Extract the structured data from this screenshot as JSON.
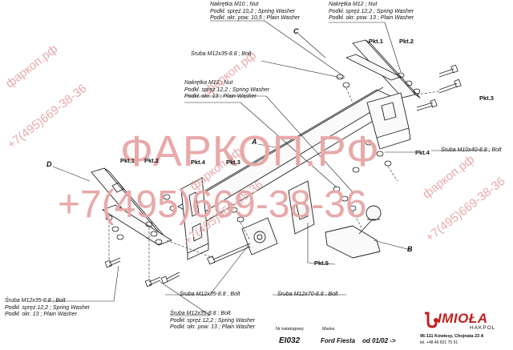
{
  "labels": {
    "nut_m10": [
      "Nakrętka  M10 ; Nut",
      "Podkł. spręż.10,2 ; Spring Washer",
      "Podkł. okr. pow. 10,5 ; Plain Washer"
    ],
    "nut_m12_top": [
      "Nakrętka  M12 ; Nut",
      "Podkł. spręż.12,2 ; Spring Washer",
      "Podkł. okr. pow. 13 ; Plain Washer"
    ],
    "nut_m12_mid": [
      "Nakrętka  M12 ; Nut",
      "Podkł. spręż.12,2 ; Spring Washer",
      "Podkł. okr. 13 ; Plain Washer"
    ],
    "bolt_m12x35_top": "Śruba M12x35-8.8 ;  Bolt",
    "bolt_m10x40": "Śruba M10x40-8.8 ;  Bolt",
    "bolt_left": [
      "Śruba M12x35-8.8 ;  Bolt",
      "Podkł. spręż.12,2 ; Spring Washer",
      "Podkł. okr. 13 ; Plain Washer"
    ],
    "bolt_m12x35_mid": "Śruba M12x35-8.8 ;  Bolt",
    "bolt_m12x70": "Śruba M12x70-8.8 ;  Bolt",
    "bolt_bottom": [
      "Śruba M12x35-8.8 ;  Bolt",
      "Podkł. spręż.12,2 ; Spring Washer",
      "Podkł. okr. pow. 13 ; Plain Washer"
    ]
  },
  "part_letters": {
    "a": "A",
    "b": "B",
    "c": "C",
    "d": "D"
  },
  "pkt": {
    "p1": "Pkt.1",
    "p2": "Pkt.2",
    "p3": "Pkt.3",
    "p4": "Pkt.4",
    "p5": "Pkt.5"
  },
  "watermark": {
    "main_text": "ФАРКОП.РФ",
    "phone": "+7(495)669-38-36",
    "site": "фаркоп.рф",
    "color": "#e8a9a9"
  },
  "footer": {
    "catalog_label": "Nr katalogowy",
    "catalog_no": "EI032",
    "brand_label": "Marka",
    "brand": "Ford Fiesta",
    "date": "od  01/02 ->",
    "logo": "IMIOŁA",
    "logo_sub": "HAKPOL",
    "address": "96-111 Kowiesy, Chojnata 23 A",
    "phone": "tel. +48 46 831 75 51"
  }
}
